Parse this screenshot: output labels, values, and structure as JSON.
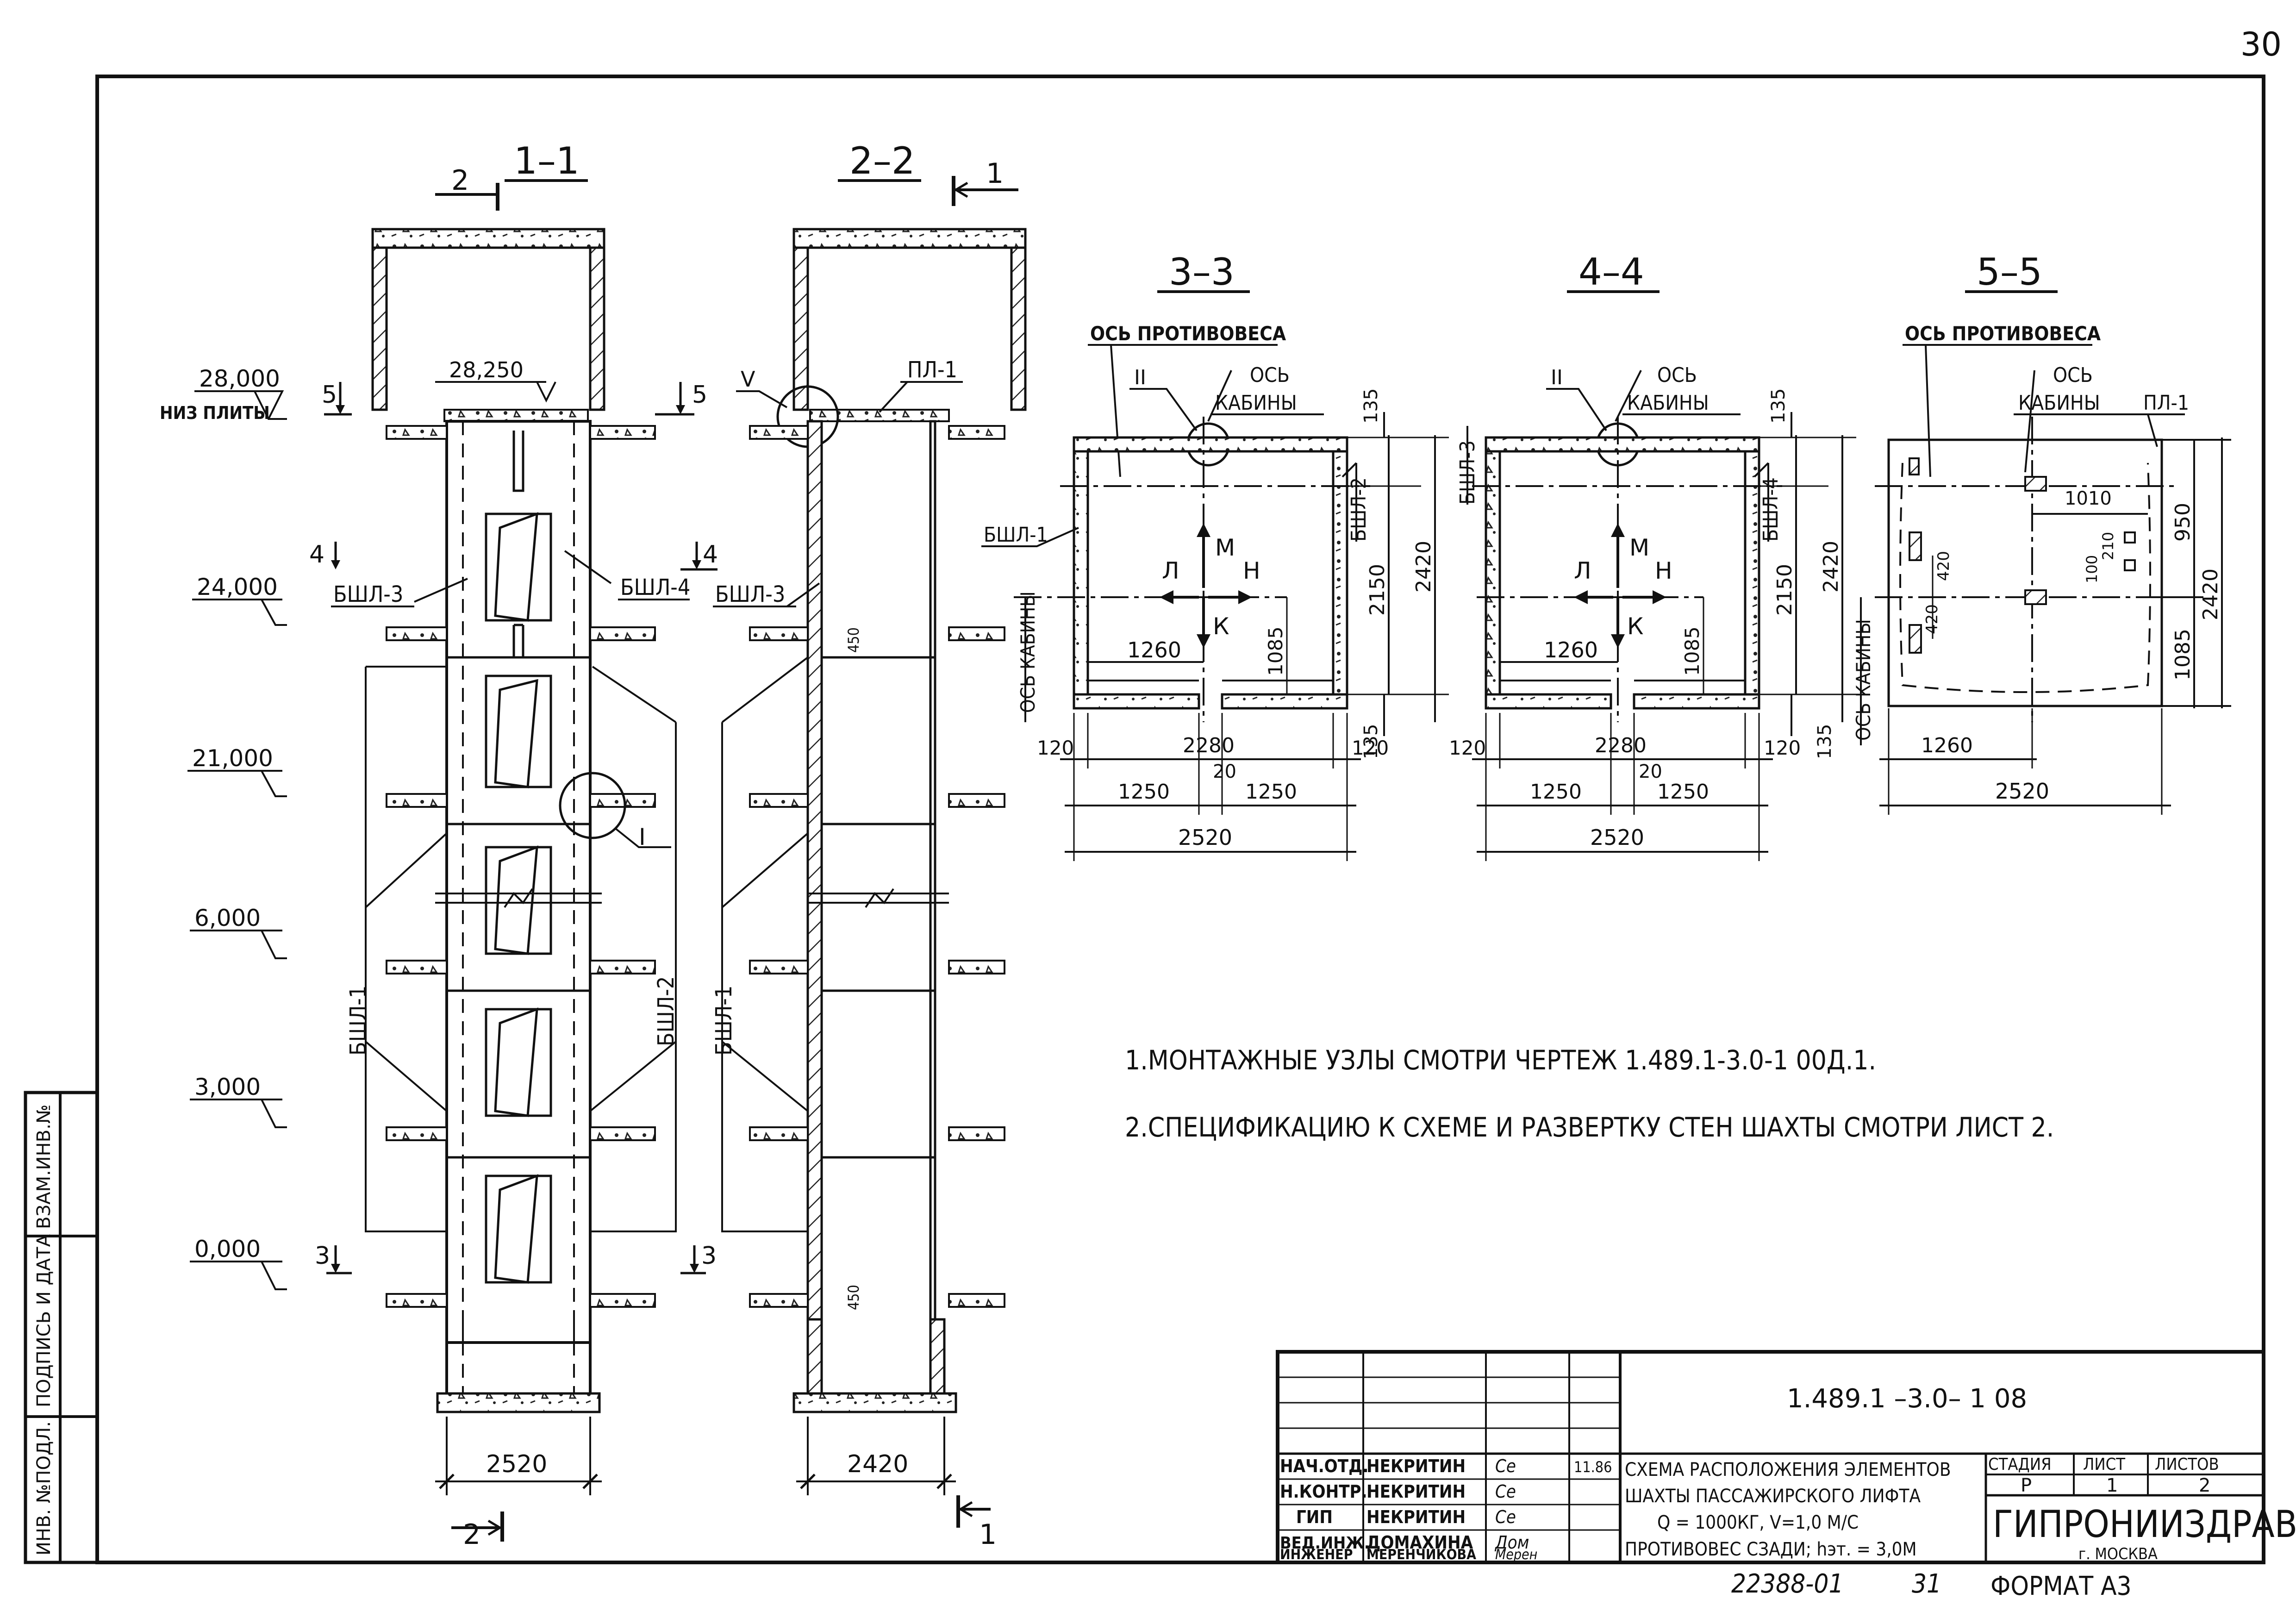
{
  "sheet_number": "30",
  "sections": {
    "s11": {
      "title": "1–1",
      "cut_top": "2",
      "cut_bottom": "2",
      "width_dim": "2520",
      "top_level_label": "28,250",
      "wall_left": "БШЛ-3",
      "wall_right": "БШЛ-4",
      "wall_side_left": "БШЛ-1",
      "wall_side_right": "БШЛ-2",
      "cut4_left": "4",
      "cut4_right": "4",
      "cut5_left": "5",
      "cut5_right": "5",
      "cut3_left": "3",
      "cut3_right": "3",
      "node_I": "I"
    },
    "s22": {
      "title": "2–2",
      "cut_top": "1",
      "cut_bottom": "1",
      "width_dim": "2420",
      "slab": "ПЛ-1",
      "wall_left": "БШЛ-3",
      "wall_side": "БШЛ-1",
      "node_V": "V",
      "dim_450a": "450",
      "dim_450b": "450"
    },
    "s33": {
      "title": "3–3",
      "axis_cw": "ОСЬ ПРОТИВОВЕСА",
      "axis_cab_1": "ОСЬ",
      "axis_cab_2": "КАБИНЫ",
      "node": "II",
      "wall_left": "БШЛ-1",
      "wall_right": "БШЛ-2",
      "axis_cab_side": "ОСЬ КАБИНЫ",
      "l": "Л",
      "m": "М",
      "n": "Н",
      "k": "К",
      "d135a": "135",
      "d2150": "2150",
      "d2420": "2420",
      "d1085": "1085",
      "d135b": "135",
      "d1260": "1260",
      "d120a": "120",
      "d2280": "2280",
      "d120b": "120",
      "d20": "20",
      "d1250a": "1250",
      "d1250b": "1250",
      "d2520": "2520"
    },
    "s44": {
      "title": "4–4",
      "axis_cab_1": "ОСЬ",
      "axis_cab_2": "КАБИНЫ",
      "node": "II",
      "wall_left": "БШЛ-3",
      "wall_right": "БШЛ-4",
      "axis_cab_side": "ОСЬ КАБИНЫ",
      "l": "Л",
      "m": "М",
      "n": "Н",
      "k": "К",
      "d135a": "135",
      "d2150": "2150",
      "d2420": "2420",
      "d1085": "1085",
      "d135b": "135",
      "d1260": "1260",
      "d120a": "120",
      "d2280": "2280",
      "d120b": "120",
      "d20": "20",
      "d1250a": "1250",
      "d1250b": "1250",
      "d2520": "2520"
    },
    "s55": {
      "title": "5–5",
      "axis_cw": "ОСЬ ПРОТИВОВЕСА",
      "axis_cab_1": "ОСЬ",
      "axis_cab_2": "КАБИНЫ",
      "slab": "ПЛ-1",
      "d1010": "1010",
      "d950": "950",
      "d2420": "2420",
      "d1085": "1085",
      "d1260": "1260",
      "d2520": "2520",
      "d420a": "420",
      "d420b": "420",
      "d100": "100",
      "d210": "210"
    }
  },
  "levels": [
    {
      "value": "28,000",
      "sub": "НИЗ ПЛИТЫ"
    },
    {
      "value": "24,000",
      "sub": ""
    },
    {
      "value": "21,000",
      "sub": ""
    },
    {
      "value": "6,000",
      "sub": ""
    },
    {
      "value": "3,000",
      "sub": ""
    },
    {
      "value": "0,000",
      "sub": ""
    }
  ],
  "notes": [
    "1.МОНТАЖНЫЕ УЗЛЫ СМОТРИ ЧЕРТЕЖ  1.489.1-3.0-1 00Д.1.",
    "2.СПЕЦИФИКАЦИЮ К СХЕМЕ И РАЗВЕРТКУ СТЕН ШАХТЫ СМОТРИ ЛИСТ 2."
  ],
  "side_stamp": [
    "ИНВ. №ПОДЛ.",
    "ПОДПИСЬ И ДАТА",
    "ВЗАМ.ИНВ.№"
  ],
  "title_block": {
    "doc_code": "1.489.1 –3.0– 1  08",
    "date": "11.86",
    "rows": [
      {
        "role": "НАЧ.ОТД.",
        "name": "НЕКРИТИН",
        "sign": "Се"
      },
      {
        "role": "Н.КОНТР.",
        "name": "НЕКРИТИН",
        "sign": "Се"
      },
      {
        "role": "ГИП",
        "name": "НЕКРИТИН",
        "sign": "Се"
      },
      {
        "role": "ВЕД.ИНЖ.",
        "name": "ДОМАХИНА",
        "sign": "Дом"
      },
      {
        "role": "ИНЖЕНЕР",
        "name": "МЕРЕНЧИКОВА",
        "sign": "Мерен"
      }
    ],
    "title_lines": [
      "СХЕМА РАСПОЛОЖЕНИЯ ЭЛЕМЕНТОВ",
      "ШАХТЫ ПАССАЖИРСКОГО ЛИФТА",
      "Q = 1000КГ,  V=1,0 М/С",
      "ПРОТИВОВЕС СЗАДИ; hэт. = 3,0М"
    ],
    "stage_header": "СТАДИЯ",
    "sheet_header": "ЛИСТ",
    "sheets_header": "ЛИСТОВ",
    "stage": "Р",
    "sheet": "1",
    "sheets": "2",
    "org": "ГИПРОНИИЗДРАВ",
    "city": "г. МОСКВА"
  },
  "bottom_code": "22388-01",
  "bottom_num": "31",
  "format": "ФОРМАТ А3"
}
